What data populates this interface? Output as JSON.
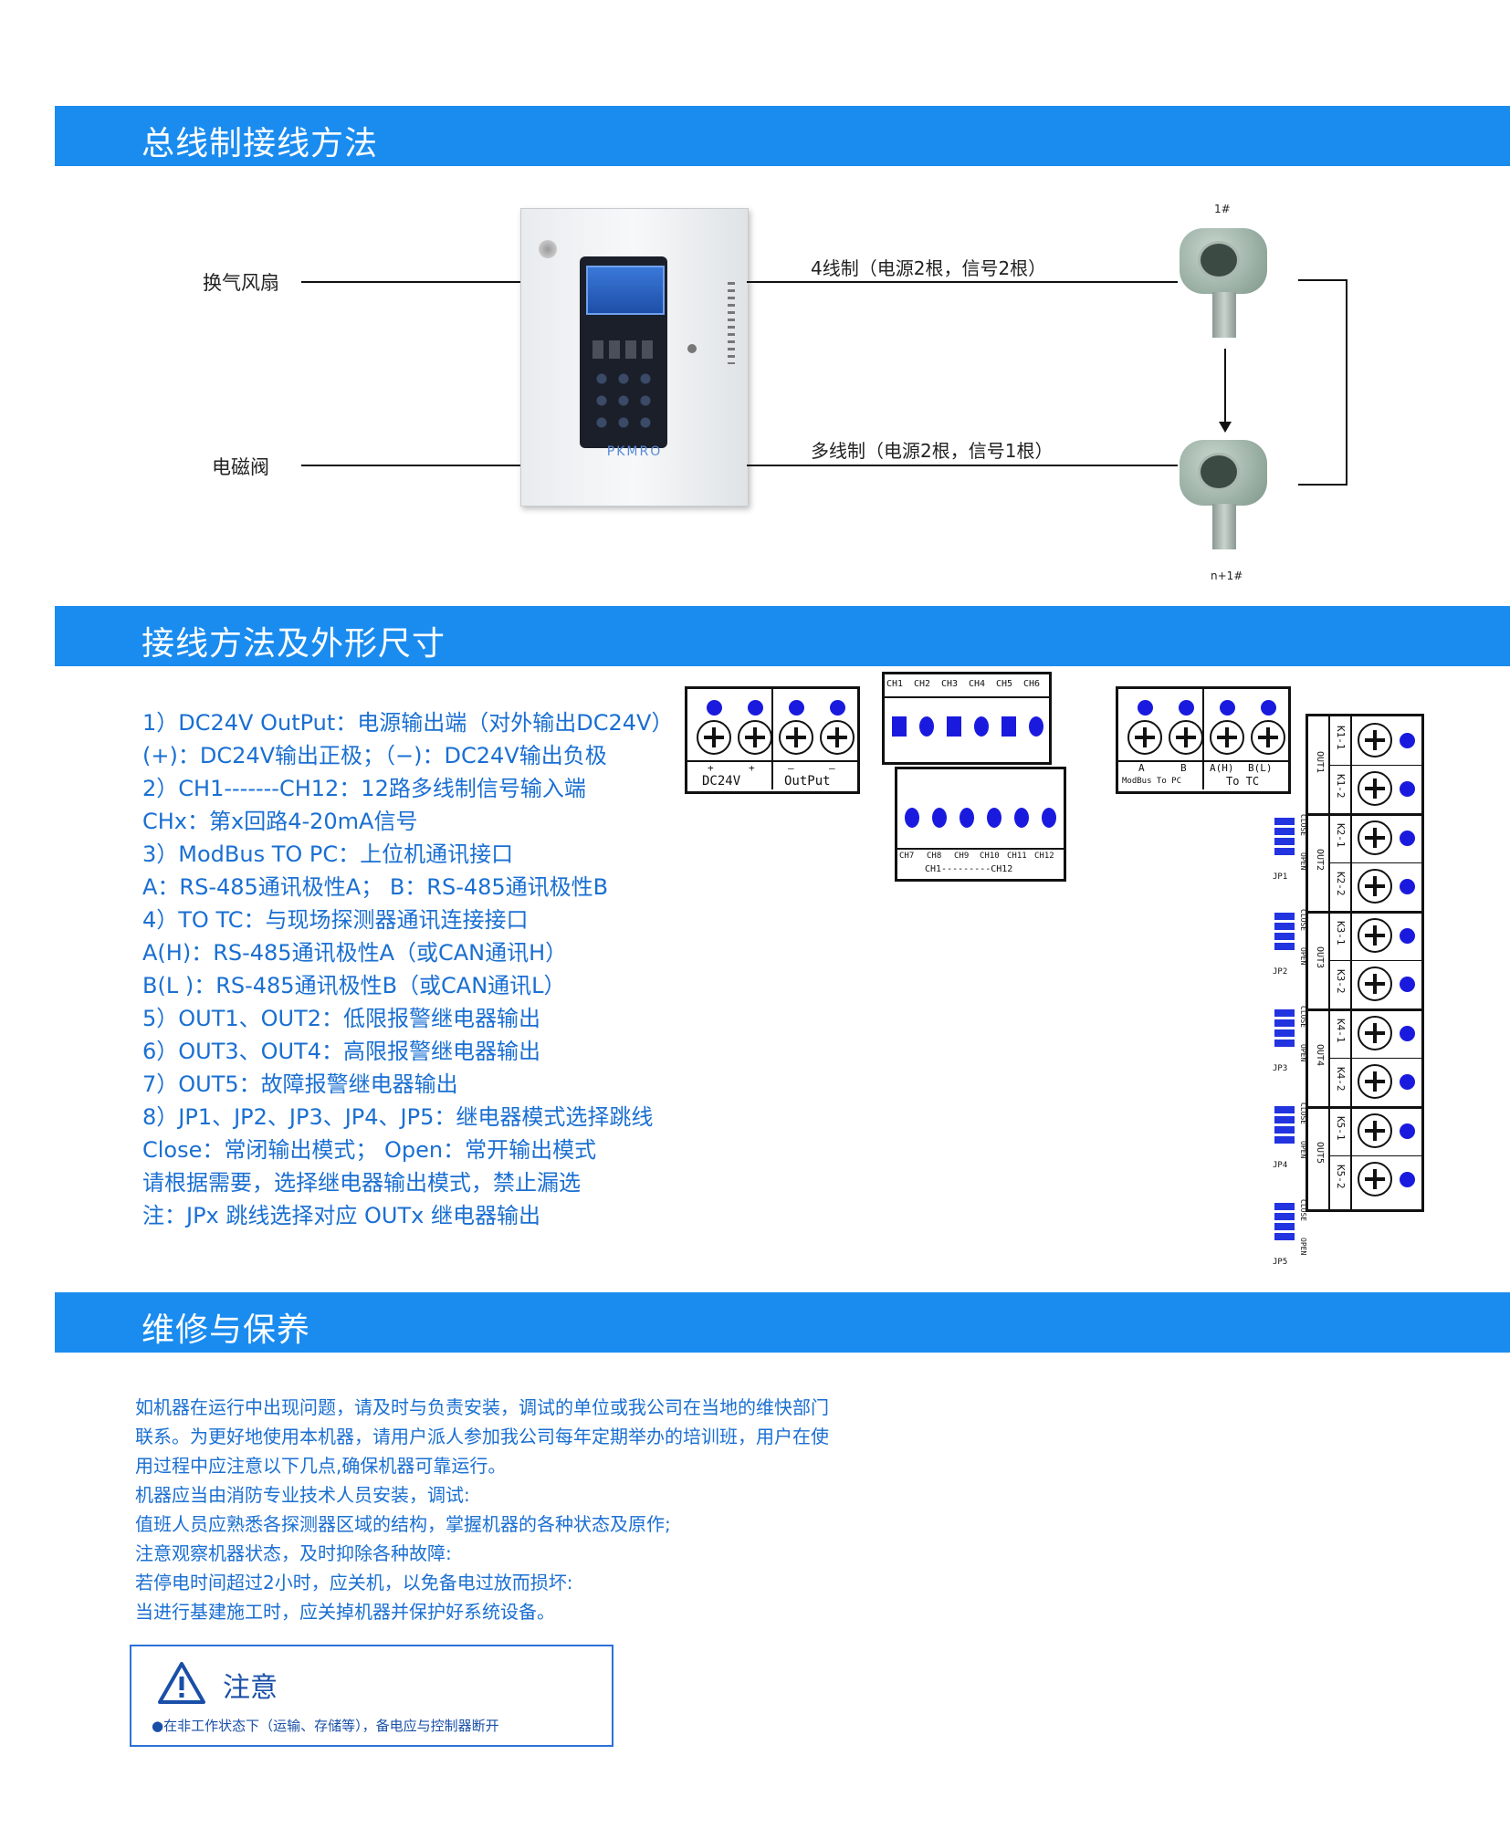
{
  "sections": {
    "bus_wiring": {
      "title": "总线制接线方法"
    },
    "wiring_dims": {
      "title": "接线方法及外形尺寸"
    },
    "maintenance": {
      "title": "维修与保养"
    }
  },
  "bus_diagram": {
    "left_labels": [
      "换气风扇",
      "电磁阀"
    ],
    "link_4wire": "4线制（电源2根，信号2根）",
    "link_multi": "多线制（电源2根，信号1根）",
    "device_top": "1#",
    "device_bottom": "n+1#",
    "controller_brand": "PKMRO"
  },
  "spec_lines": [
    "1）DC24V OutPut：电源输出端（对外输出DC24V）",
    "(+)：DC24V输出正极；（−)：DC24V输出负极",
    "2）CH1-------CH12：12路多线制信号输入端",
    " CHx：第x回路4-20mA信号",
    "3）ModBus TO PC：上位机通讯接口",
    " A：RS-485通讯极性A； B：RS-485通讯极性B",
    "4）TO TC：与现场探测器通讯连接接口",
    "  A(H)：RS-485通讯极性A（或CAN通讯H）",
    "  B(L )：RS-485通讯极性B（或CAN通讯L）",
    "5）OUT1、OUT2：低限报警继电器输出",
    "6）OUT3、OUT4：高限报警继电器输出",
    "7）OUT5：故障报警继电器输出",
    "8）JP1、JP2、JP3、JP4、JP5：继电器模式选择跳线",
    "Close：常闭输出模式；   Open：常开输出模式",
    "请根据需要，选择继电器输出模式，禁止漏选",
    "注：JPx 跳线选择对应 OUTx 继电器输出"
  ],
  "terminals": {
    "dc_plus": "+",
    "dc_minus": "—",
    "dc_label_1": "DC24V",
    "dc_label_2": "OutPut",
    "ch_top": [
      "CH1",
      "CH2",
      "CH3",
      "CH4",
      "CH5",
      "CH6"
    ],
    "ch_bottom": [
      "CH7",
      "CH8",
      "CH9",
      "CH10",
      "CH11",
      "CH12"
    ],
    "ch_range": "CH1---------CH12",
    "comm_top": [
      "A",
      "B",
      "A(H)",
      "B(L)"
    ],
    "comm_label_1": "ModBus To PC",
    "comm_label_2": "To TC",
    "relay_k": [
      "K1-1",
      "K1-2",
      "K2-1",
      "K2-2",
      "K3-1",
      "K3-2",
      "K4-1",
      "K4-2",
      "K5-1",
      "K5-2"
    ],
    "relay_out": [
      "OUT1",
      "OUT2",
      "OUT3",
      "OUT4",
      "OUT5"
    ],
    "jp": [
      "JP1",
      "JP2",
      "JP3",
      "JP4",
      "JP5"
    ],
    "jp_close": "CLOSE",
    "jp_open": "OPEN"
  },
  "maintenance_lines": [
    "如机器在运行中出现问题，请及时与负责安装，调试的单位或我公司在当地的维快部门",
    "联系。为更好地使用本机器，请用户派人参加我公司每年定期举办的培训班，用户在使",
    "用过程中应注意以下几点,确保机器可靠运行。",
    "机器应当由消防专业技术人员安装，调试:",
    "值班人员应熟悉各探测器区域的结构，掌握机器的各种状态及原作;",
    "注意观察机器状态，及时抑除各种故障:",
    "若停电时间超过2小时，应关机，以免备电过放而损坏:",
    "当进行基建施工时，应关掉机器并保护好系统设备。"
  ],
  "notice": {
    "title": "注意",
    "text": "●在非工作状态下（运输、存储等），备电应与控制器断开"
  },
  "colors": {
    "accent": "#1a8cf0",
    "text_blue": "#1a6fd2",
    "terminal_dot": "#1a1adf"
  }
}
